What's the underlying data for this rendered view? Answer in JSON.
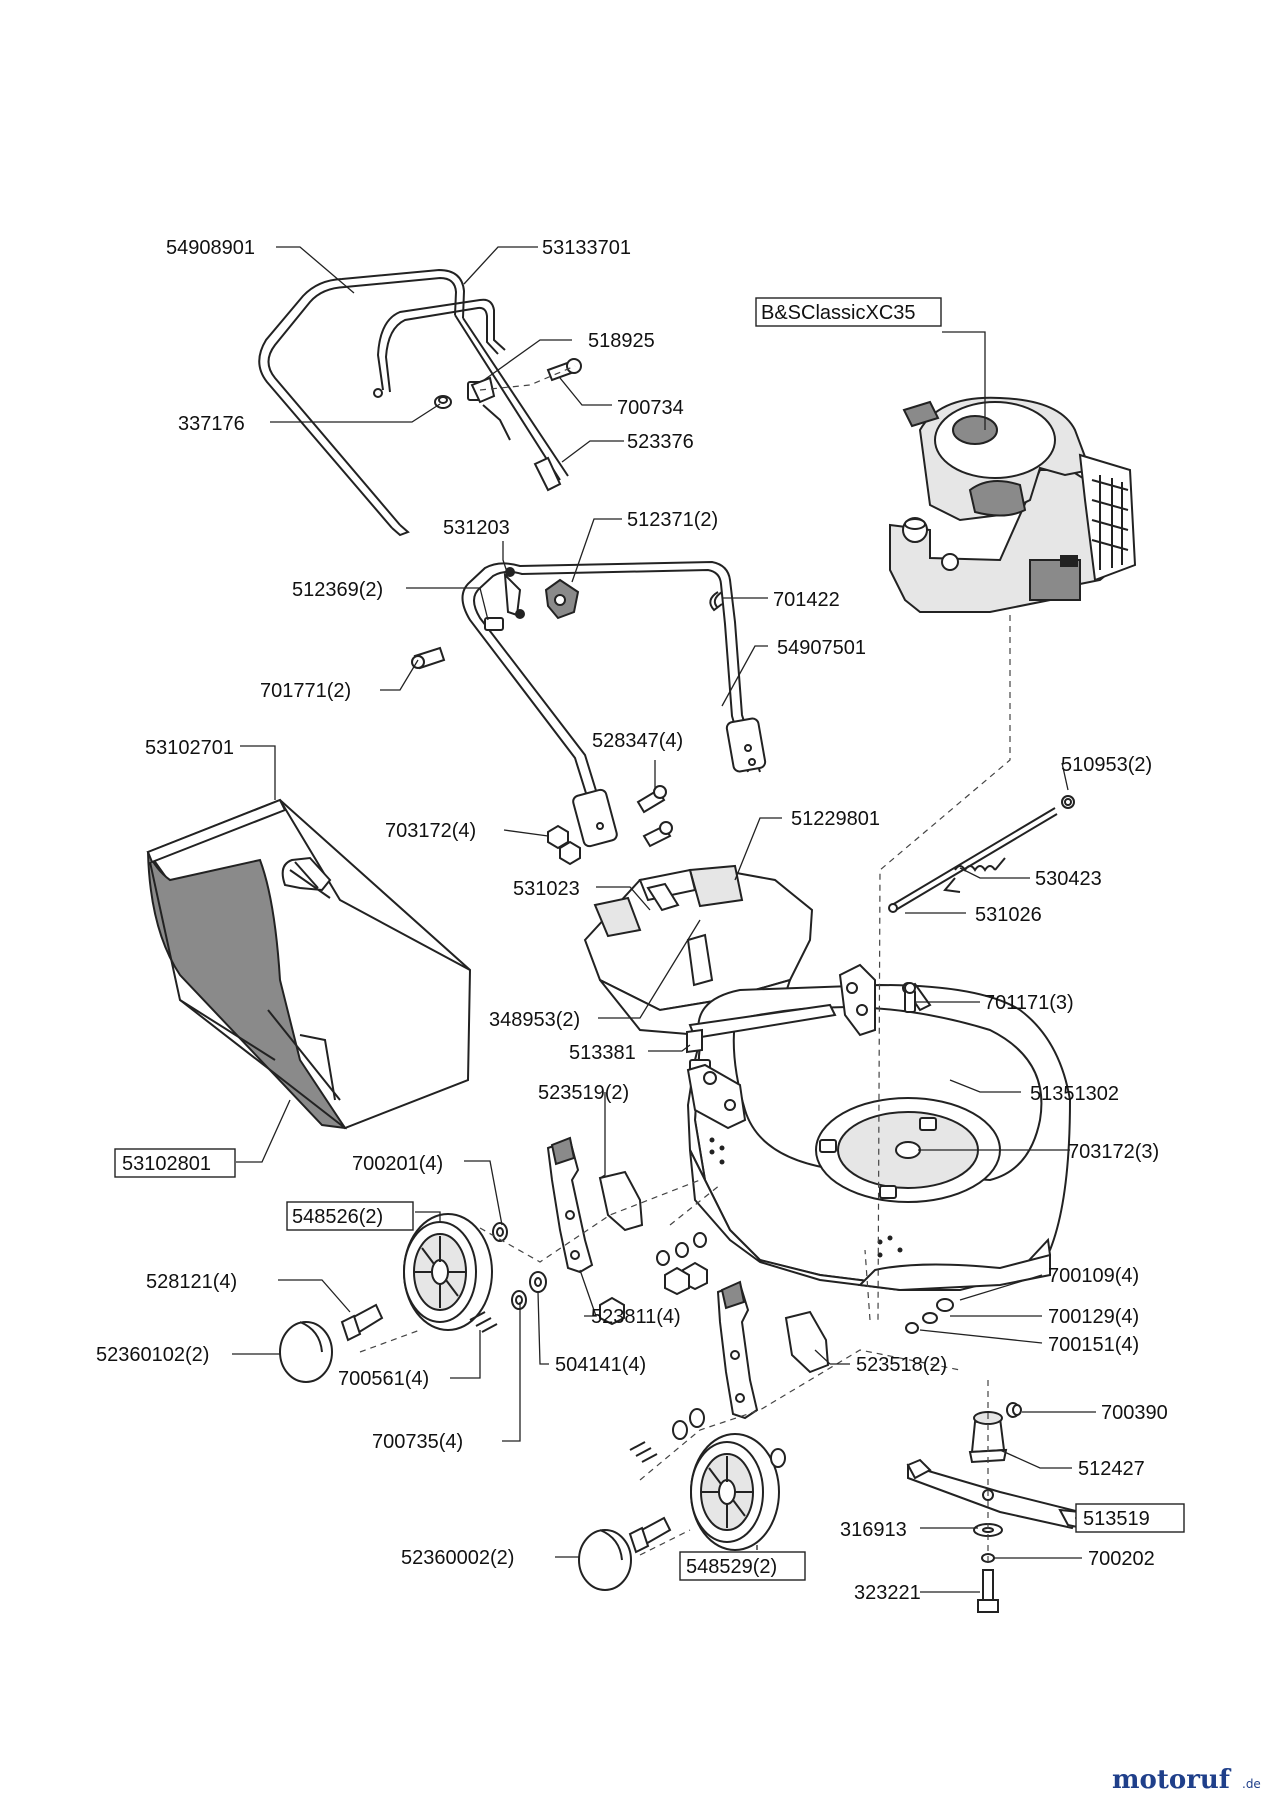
{
  "brand": {
    "name": "motoruf",
    "suffix": ".de",
    "color_main": "#1f3f8a",
    "color_accent": "#d23a1e"
  },
  "labels": {
    "p54908901": "54908901",
    "p53133701": "53133701",
    "p518925": "518925",
    "p700734": "700734",
    "p337176": "337176",
    "p523376": "523376",
    "p531203": "531203",
    "p512371": "512371(2)",
    "p512369": "512369(2)",
    "p701422": "701422",
    "p54907501": "54907501",
    "p701771": "701771(2)",
    "p53102701": "53102701",
    "p528347": "528347(4)",
    "p703172a": "703172(4)",
    "p51229801": "51229801",
    "p510953": "510953(2)",
    "p530423": "530423",
    "p531023": "531023",
    "p531026": "531026",
    "p348953": "348953(2)",
    "p701171": "701171(3)",
    "p513381": "513381",
    "p523519": "523519(2)",
    "p51351302": "51351302",
    "p53102801": "53102801",
    "p700201": "700201(4)",
    "p703172b": "703172(3)",
    "p548526": "548526(2)",
    "p700109": "700109(4)",
    "p528121": "528121(4)",
    "p523811": "523811(4)",
    "p700129": "700129(4)",
    "p700151": "700151(4)",
    "p52360102": "52360102(2)",
    "p504141": "504141(4)",
    "p523518": "523518(2)",
    "p700561": "700561(4)",
    "p700390": "700390",
    "p700735": "700735(4)",
    "p512427": "512427",
    "p316913": "316913",
    "p513519": "513519",
    "p52360002": "52360002(2)",
    "p700202": "700202",
    "p548529": "548529(2)",
    "p323221": "323221",
    "engine": "B&SClassicXC35"
  }
}
